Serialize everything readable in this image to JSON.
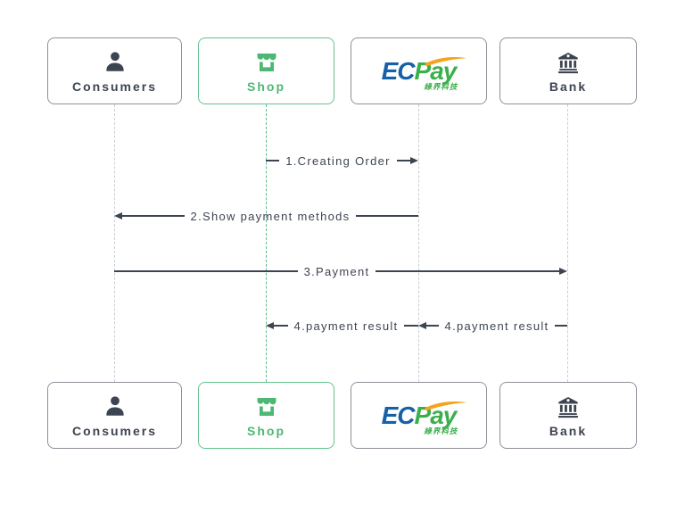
{
  "diagram": {
    "type": "payment-flow-sequence",
    "actors": [
      {
        "id": "consumers",
        "label": "Consumers",
        "icon": "person-icon",
        "accent": "#3d4451"
      },
      {
        "id": "shop",
        "label": "Shop",
        "icon": "store-icon",
        "accent": "#4db873"
      },
      {
        "id": "ecpay",
        "label": "ECPay",
        "icon": "ecpay-logo",
        "accent": "#3aaf4c"
      },
      {
        "id": "bank",
        "label": "Bank",
        "icon": "bank-icon",
        "accent": "#3d4451"
      }
    ],
    "ecpay_logo": {
      "ec": "EC",
      "pay": "Pay",
      "subtext": "綠界科技"
    },
    "messages": [
      {
        "label": "1.Creating Order",
        "from": "Shop",
        "to": "ECPay",
        "direction": "right"
      },
      {
        "label": "2.Show payment methods",
        "from": "ECPay",
        "to": "Consumers",
        "direction": "left"
      },
      {
        "label": "3.Payment",
        "from": "Consumers",
        "to": "Bank",
        "direction": "right"
      },
      {
        "label": "4.payment result",
        "from": "ECPay",
        "to": "Shop",
        "direction": "left"
      },
      {
        "label": "4.payment result",
        "from": "Bank",
        "to": "ECPay",
        "direction": "left"
      }
    ],
    "colors": {
      "dark": "#3d4451",
      "shop_green": "#4db873",
      "shop_border_green": "#63c28c",
      "box_border_gray": "#8d9199",
      "lifeline_gray": "#c9cdd2",
      "lifeline_green": "#5cbd85",
      "ecpay_blue": "#1660a9",
      "ecpay_green": "#3aaf4c",
      "ecpay_orange": "#f6a21e",
      "background": "#ffffff"
    }
  }
}
